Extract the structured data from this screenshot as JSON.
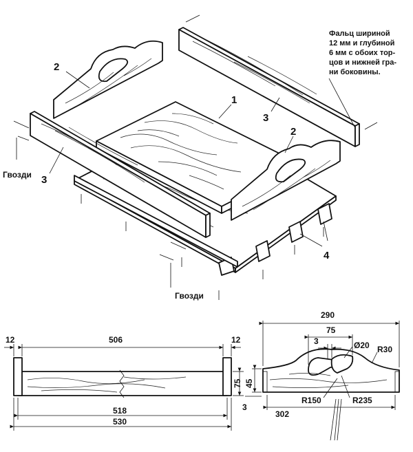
{
  "callouts": {
    "part_1": "1",
    "part_2_left": "2",
    "part_2_right": "2",
    "part_3_left": "3",
    "part_3_right": "3",
    "part_4": "4"
  },
  "labels": {
    "nails_left": "Гвозди",
    "nails_bottom": "Гвозди"
  },
  "note": {
    "lines": [
      "Фальц шириной",
      "12 мм и глубиной",
      "6 мм с обоих тор-",
      "цов и нижней гра-",
      "ни боковины."
    ]
  },
  "side_view": {
    "dim_12_left": "12",
    "dim_506": "506",
    "dim_12_right": "12",
    "dim_75": "75",
    "dim_518": "518",
    "dim_530": "530"
  },
  "end_view": {
    "dim_290": "290",
    "dim_75": "75",
    "dim_3_top": "3",
    "dim_d20": "Ø20",
    "dim_r30": "R30",
    "dim_45": "45",
    "dim_3_left": "3",
    "dim_r150": "R150",
    "dim_r235": "R235",
    "dim_302": "302"
  }
}
